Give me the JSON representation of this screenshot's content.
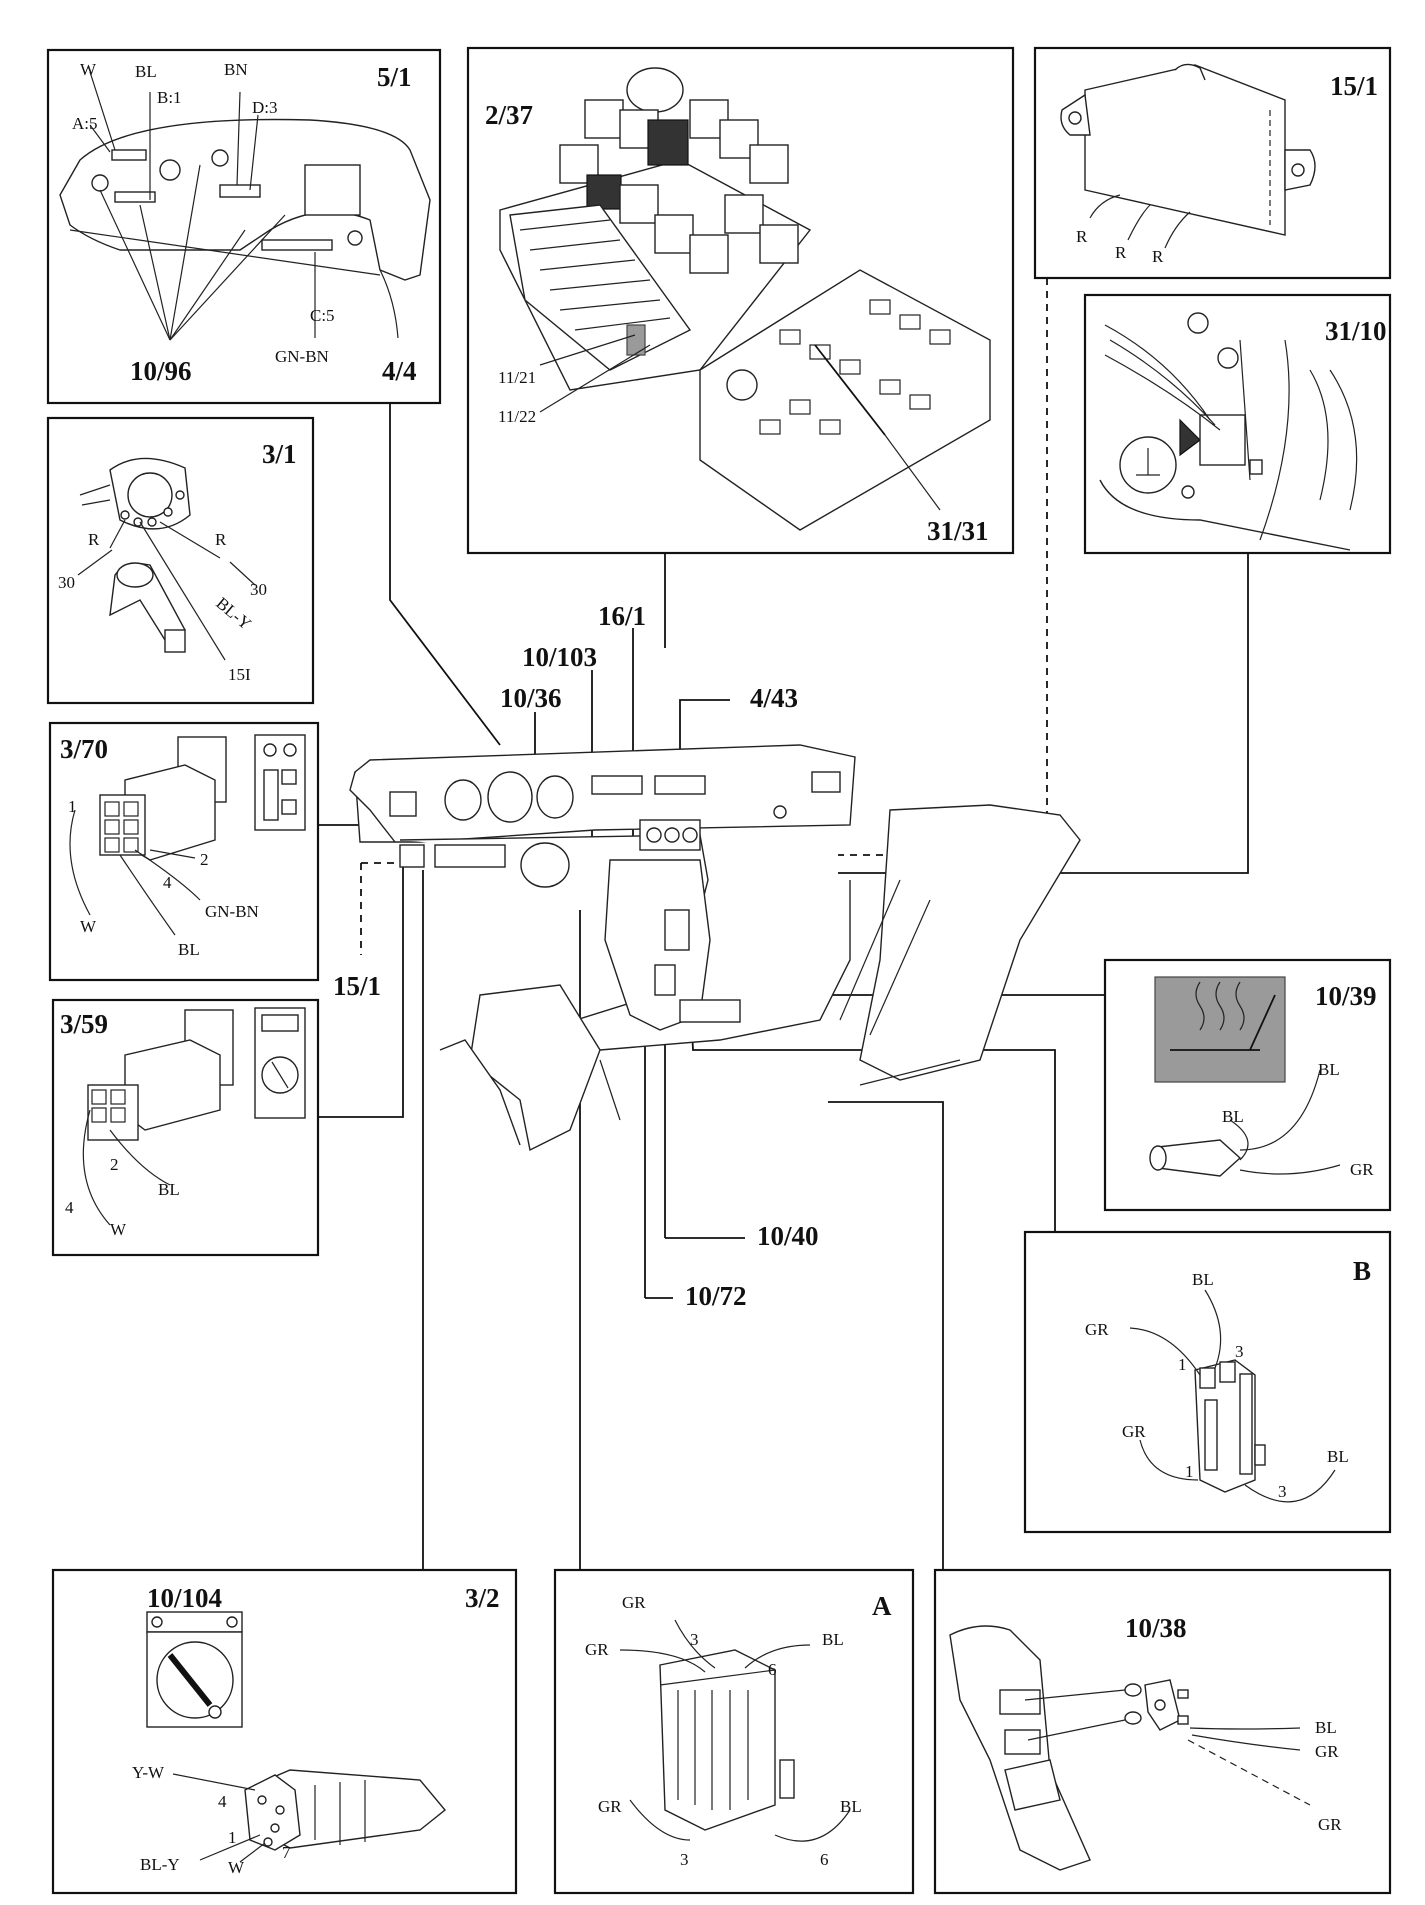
{
  "panels": {
    "instrument_cluster": {
      "id": "5/1",
      "labels": [
        "W",
        "BL",
        "B:1",
        "BN",
        "D:3",
        "A:5",
        "C:5",
        "GN-BN"
      ],
      "bottom_ids": [
        "10/96",
        "4/4"
      ]
    },
    "relay_box": {
      "id": "2/37",
      "labels": [
        "11/21",
        "11/22"
      ],
      "bottom_id": "31/31"
    },
    "control_module": {
      "id": "15/1",
      "labels": [
        "R",
        "R",
        "R"
      ]
    },
    "ground_point": {
      "id": "31/10"
    },
    "ignition_switch": {
      "id": "3/1",
      "labels": [
        "R",
        "R",
        "30",
        "30",
        "BL-Y",
        "15I"
      ]
    },
    "switch_3_70": {
      "id": "3/70",
      "labels": [
        "1",
        "2",
        "4",
        "W",
        "GN-BN",
        "BL"
      ]
    },
    "switch_3_59": {
      "id": "3/59",
      "labels": [
        "2",
        "4",
        "BL",
        "W"
      ]
    },
    "seat_heater": {
      "id": "10/39",
      "labels": [
        "BL",
        "BL",
        "GR"
      ]
    },
    "connector_b": {
      "id": "B",
      "labels": [
        "BL",
        "GR",
        "1",
        "3",
        "GR",
        "BL",
        "1",
        "3"
      ]
    },
    "light_switch": {
      "id": "10/104",
      "corner_id": "3/2",
      "labels": [
        "Y-W",
        "4",
        "1",
        "BL-Y",
        "W",
        "7"
      ]
    },
    "connector_a": {
      "id": "A",
      "labels": [
        "GR",
        "GR",
        "3",
        "BL",
        "6",
        "GR",
        "3",
        "BL",
        "6"
      ]
    },
    "seat_switch": {
      "id": "10/38",
      "labels": [
        "BL",
        "GR",
        "GR"
      ]
    }
  },
  "dashboard_callouts": {
    "c_16_1": "16/1",
    "c_10_103": "10/103",
    "c_10_36": "10/36",
    "c_4_43": "4/43",
    "c_15_1": "15/1",
    "c_10_40": "10/40",
    "c_10_72": "10/72"
  }
}
